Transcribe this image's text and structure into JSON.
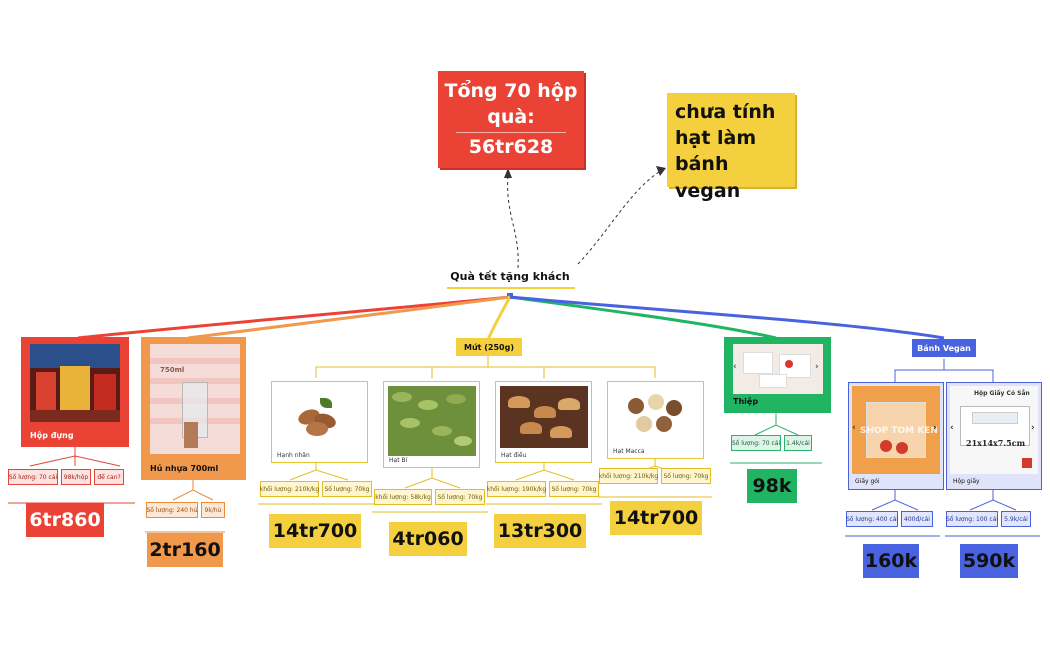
{
  "root": {
    "label": "Quà tết tặng khách"
  },
  "total_note": {
    "line1": "Tổng 70 hộp",
    "line2": "quà:",
    "line3": "56tr628"
  },
  "side_note": {
    "line1": "chưa tính",
    "line2": "hạt làm",
    "line3": "bánh vegan"
  },
  "branches": {
    "hop_dung": {
      "caption": "Hộp đựng",
      "pills": [
        "Số lượng: 70 cái",
        "98k/hộp",
        "để can?"
      ],
      "price": "6tr860",
      "color": "#ea4335"
    },
    "hu_nhua": {
      "caption": "Hủ nhựa 700ml",
      "photo_text": "750ml",
      "pills": [
        "Số lượng: 240 hủ",
        "9k/hủ"
      ],
      "price": "2tr160",
      "color": "#f0984c"
    },
    "mut": {
      "header": "Mứt (250g)",
      "color": "#f4d03f",
      "items": [
        {
          "label": "Hạnh nhân",
          "pills": [
            "khối lượng: 210k/kg",
            "Số lượng: 70kg"
          ],
          "price": "14tr700"
        },
        {
          "label": "Hạt Bí",
          "pills": [
            "khối lượng: 58k/kg",
            "Số lượng: 70kg"
          ],
          "price": "4tr060"
        },
        {
          "label": "Hạt điều",
          "pills": [
            "khối lượng: 190k/kg",
            "Số lượng: 70kg"
          ],
          "price": "13tr300"
        },
        {
          "label": "Hạt Macca",
          "pills": [
            "khối lượng: 210k/kg",
            "Số lượng: 70kg"
          ],
          "price": "14tr700"
        }
      ]
    },
    "thiep": {
      "caption": "Thiệp",
      "pills": [
        "Số lượng: 70 cái",
        "1.4k/cái"
      ],
      "price": "98k",
      "color": "#20b463"
    },
    "banh_vegan": {
      "header": "Bánh Vegan",
      "color": "#4862e0",
      "items": [
        {
          "label": "Giấy gói",
          "watermark": "SHOP TOM KEN",
          "pills": [
            "Số lượng: 400 cái",
            "400đ/cái"
          ],
          "price": "160k"
        },
        {
          "label": "Hộp giấy",
          "photo_title": "Hộp Giấy Có Sẵn",
          "photo_size": "21x14x7.5cm",
          "pills": [
            "Số lượng: 100 cái",
            "5.9k/cái"
          ],
          "price": "590k"
        }
      ]
    }
  },
  "colors": {
    "red": "#ea4335",
    "orange": "#f0984c",
    "yellow": "#f4d03f",
    "green": "#20b463",
    "blue": "#4862e0"
  },
  "icons": [
    "chevron-left-icon",
    "chevron-right-icon"
  ]
}
